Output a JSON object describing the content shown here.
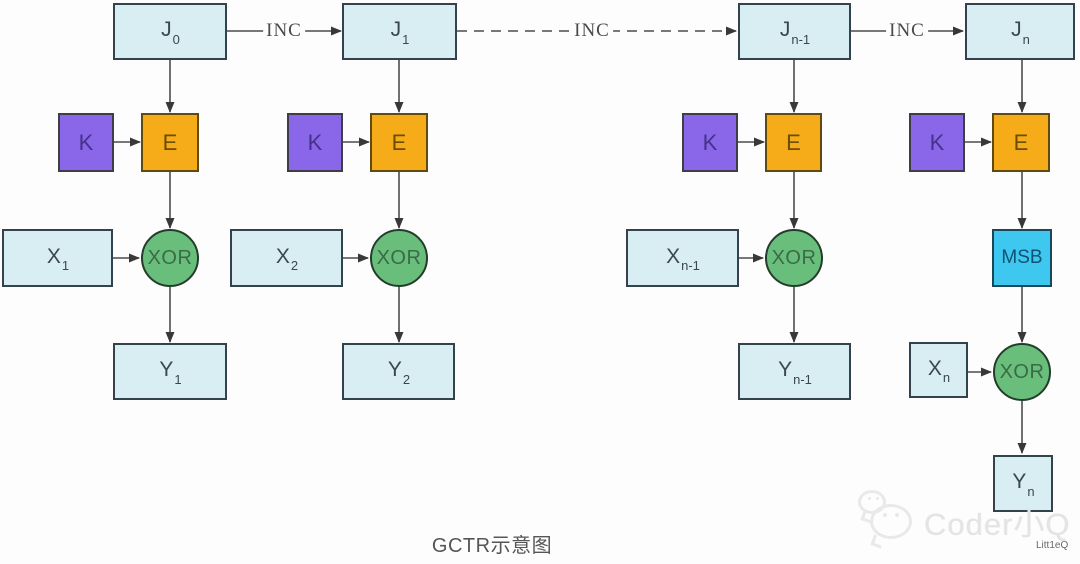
{
  "diagram": {
    "title": "GCTR示意图",
    "inc_label": "INC",
    "nodes": {
      "j0": {
        "base": "J",
        "sub": "0"
      },
      "j1": {
        "base": "J",
        "sub": "1"
      },
      "jn1": {
        "base": "J",
        "sub": "n-1"
      },
      "jn": {
        "base": "J",
        "sub": "n"
      },
      "k": {
        "base": "K"
      },
      "e": {
        "base": "E"
      },
      "xor": {
        "base": "XOR"
      },
      "msb": {
        "base": "MSB"
      },
      "x1": {
        "base": "X",
        "sub": "1"
      },
      "x2": {
        "base": "X",
        "sub": "2"
      },
      "xn1": {
        "base": "X",
        "sub": "n-1"
      },
      "xn": {
        "base": "X",
        "sub": "n"
      },
      "y1": {
        "base": "Y",
        "sub": "1"
      },
      "y2": {
        "base": "Y",
        "sub": "2"
      },
      "yn1": {
        "base": "Y",
        "sub": "n-1"
      },
      "yn": {
        "base": "Y",
        "sub": "n"
      }
    },
    "colors": {
      "counter_box_fill": "#d8eef2",
      "counter_box_border": "#33424d",
      "key_box_fill": "#8a66e8",
      "encrypt_box_fill": "#f6ab18",
      "xor_circle_fill": "#6abe7c",
      "msb_box_fill": "#3ec8f0",
      "arrow_line": "#4d4d4d"
    }
  },
  "watermark": {
    "brand": "Coder小Q",
    "handle": "Litt1eQ"
  }
}
